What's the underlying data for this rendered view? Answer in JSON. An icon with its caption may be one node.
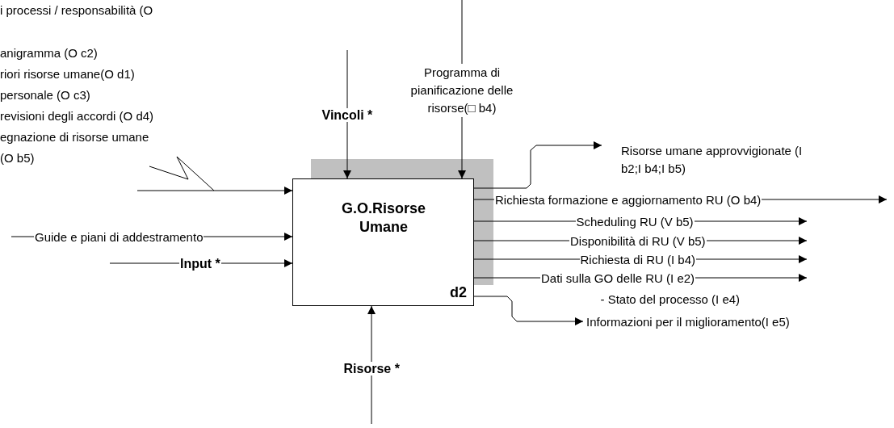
{
  "diagram": {
    "nodes": [
      {
        "text": [
          "G.O.Risorse Umane",
          "d2"
        ]
      },
      {
        "text": [
          "i processi / responsabilità (O",
          "anigramma (O c2)",
          "riori risorse umane(O d1)",
          "personale (O c3)",
          "revisioni degli accordi (O d4)",
          "egnazione di risorse umane (O b5)"
        ]
      }
    ],
    "edges": [
      {
        "from": null,
        "to": 0,
        "arrow": "to"
      },
      {
        "from": 1,
        "to": null,
        "arrow": "none"
      },
      {
        "from": null,
        "to": 0,
        "arrow": "to",
        "label": "Guide e piani di addestramento"
      },
      {
        "from": null,
        "to": 0,
        "arrow": "to",
        "label": "Input *"
      },
      {
        "from": null,
        "to": 0,
        "arrow": "to",
        "label": "Vincoli *"
      },
      {
        "from": null,
        "to": 0,
        "arrow": "to",
        "label": "Programma di pianificazione delle risorse(□ b4)"
      },
      {
        "from": null,
        "to": 0,
        "arrow": "to",
        "label": "Risorse *"
      },
      {
        "from": 0,
        "to": null,
        "arrow": "to",
        "label": "Risorse umane approvvigionate (I b2;I b4;I b5)"
      },
      {
        "from": 0,
        "to": null,
        "arrow": "to",
        "label": "Richiesta formazione e aggiornamento RU (O b4)"
      },
      {
        "from": 0,
        "to": null,
        "arrow": "to",
        "label": "Scheduling RU (V b5)"
      },
      {
        "from": 0,
        "to": null,
        "arrow": "to",
        "label": "Disponibilità di RU (V b5)"
      },
      {
        "from": 0,
        "to": null,
        "arrow": "to",
        "label": "Richiesta di RU (I b4)"
      },
      {
        "from": 0,
        "to": null,
        "arrow": "to",
        "label": "Dati sulla GO delle RU (I e2)"
      },
      {
        "from": 0,
        "to": null,
        "arrow": "to",
        "label": "Informazioni per il miglioramento(I e5)"
      }
    ],
    "labels": [
      "- Stato del processo (I e4)"
    ]
  }
}
